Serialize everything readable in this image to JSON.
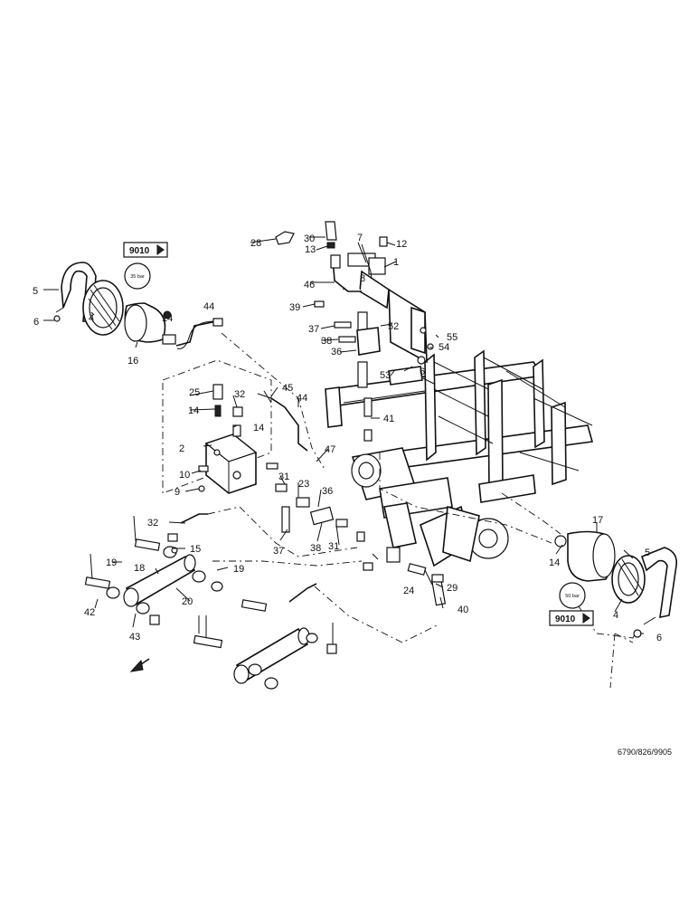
{
  "drawing_code": "6790/826/9905",
  "references": [
    {
      "id": "ref-left",
      "text": "9010"
    },
    {
      "id": "ref-right",
      "text": "9010"
    }
  ],
  "accumulators": [
    {
      "id": "acc-left",
      "pressure": "35 bar"
    },
    {
      "id": "acc-right",
      "pressure": "50 bar"
    }
  ],
  "callouts": [
    {
      "n": "1"
    },
    {
      "n": "2"
    },
    {
      "n": "4"
    },
    {
      "n": "4"
    },
    {
      "n": "5"
    },
    {
      "n": "5"
    },
    {
      "n": "6"
    },
    {
      "n": "6"
    },
    {
      "n": "6"
    },
    {
      "n": "7"
    },
    {
      "n": "8"
    },
    {
      "n": "9"
    },
    {
      "n": "10"
    },
    {
      "n": "12"
    },
    {
      "n": "13"
    },
    {
      "n": "14"
    },
    {
      "n": "14"
    },
    {
      "n": "14"
    },
    {
      "n": "14"
    },
    {
      "n": "15"
    },
    {
      "n": "16"
    },
    {
      "n": "17"
    },
    {
      "n": "18"
    },
    {
      "n": "19"
    },
    {
      "n": "19"
    },
    {
      "n": "20"
    },
    {
      "n": "23"
    },
    {
      "n": "24"
    },
    {
      "n": "25"
    },
    {
      "n": "28"
    },
    {
      "n": "29"
    },
    {
      "n": "30"
    },
    {
      "n": "31"
    },
    {
      "n": "31"
    },
    {
      "n": "32"
    },
    {
      "n": "32"
    },
    {
      "n": "36"
    },
    {
      "n": "36"
    },
    {
      "n": "37"
    },
    {
      "n": "37"
    },
    {
      "n": "38"
    },
    {
      "n": "38"
    },
    {
      "n": "39"
    },
    {
      "n": "40"
    },
    {
      "n": "41"
    },
    {
      "n": "42"
    },
    {
      "n": "43"
    },
    {
      "n": "44"
    },
    {
      "n": "44"
    },
    {
      "n": "45"
    },
    {
      "n": "46"
    },
    {
      "n": "47"
    },
    {
      "n": "52"
    },
    {
      "n": "53"
    },
    {
      "n": "54"
    },
    {
      "n": "55"
    }
  ]
}
